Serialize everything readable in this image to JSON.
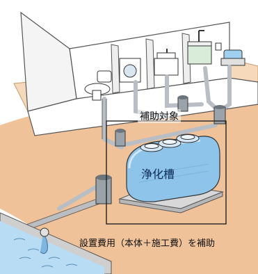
{
  "labels": {
    "subsidy_scope": "補助対象",
    "tank": "浄化槽",
    "caption": "設置費用（本体＋施工費）を補助"
  },
  "colors": {
    "ground": "#efc29a",
    "floor": "#f6d9bb",
    "wall": "#ffffff",
    "tank": "#8ec4ea",
    "pipe": "#c9ced3",
    "water": "#b9dcf5",
    "outline": "#222222"
  }
}
